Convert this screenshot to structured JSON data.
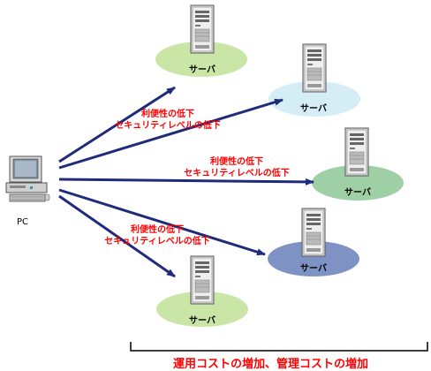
{
  "pc": {
    "label": "PC"
  },
  "servers": [
    {
      "label": "サーバ",
      "ellipse_color": "#c9e6a6"
    },
    {
      "label": "サーバ",
      "ellipse_color": "#d5edf5"
    },
    {
      "label": "サーバ",
      "ellipse_color": "#9fd0a5"
    },
    {
      "label": "サーバ",
      "ellipse_color": "#7e93c4"
    },
    {
      "label": "サーバ",
      "ellipse_color": "#c9e6a6"
    }
  ],
  "annotations": [
    {
      "line1": "利便性の低下",
      "line2": "セキュリティレベルの低下"
    },
    {
      "line1": "利便性の低下",
      "line2": "セキュリティレベルの低下"
    },
    {
      "line1": "利便性の低下",
      "line2": "セキュリティレベルの低下"
    }
  ],
  "summary": "運用コストの増加、管理コストの増加",
  "colors": {
    "arrow": "#1f2a7a",
    "warning_text": "#ff0000"
  }
}
